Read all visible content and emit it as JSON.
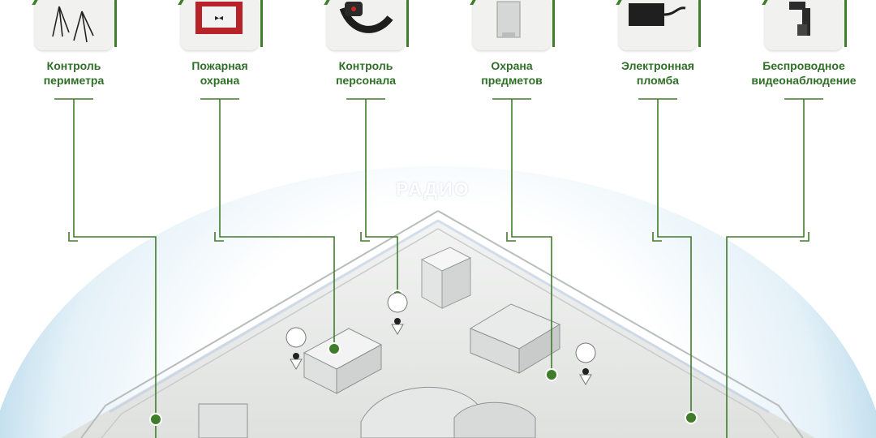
{
  "categories": [
    {
      "id": "perimeter",
      "line1": "Контроль",
      "line2": "периметра",
      "icon": "tripod-sensor-icon"
    },
    {
      "id": "fire",
      "line1": "Пожарная",
      "line2": "охрана",
      "icon": "fire-alarm-button-icon"
    },
    {
      "id": "personnel",
      "line1": "Контроль",
      "line2": "персонала",
      "icon": "wrist-tracker-icon"
    },
    {
      "id": "objects",
      "line1": "Охрана",
      "line2": "предметов",
      "icon": "object-tag-icon"
    },
    {
      "id": "seal",
      "line1": "Электронная",
      "line2": "пломба",
      "icon": "electronic-seal-icon"
    },
    {
      "id": "video",
      "line1": "Беспроводное",
      "line2": "видеонаблюдение",
      "icon": "wireless-camera-icon"
    }
  ],
  "radio_label": "РАДИО",
  "colors": {
    "accent": "#3f7d2a",
    "label": "#2f6f27",
    "dome": "#cfe6f2",
    "ground": "#e6e8e6"
  }
}
